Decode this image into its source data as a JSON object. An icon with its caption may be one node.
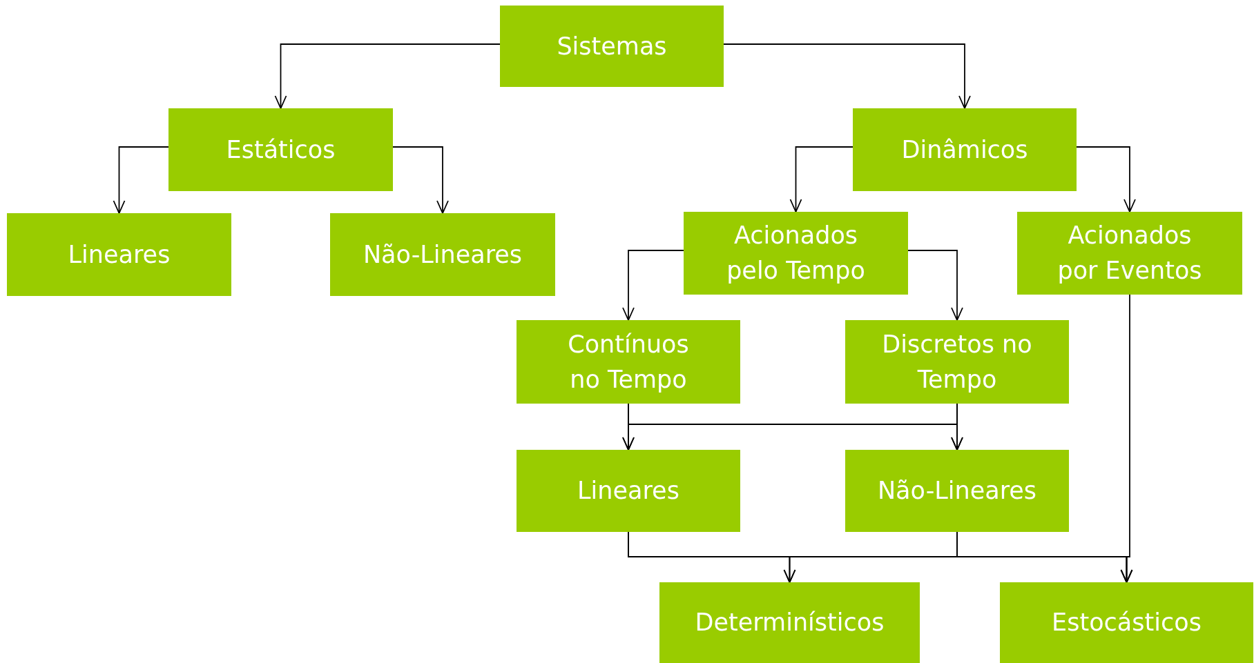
{
  "diagram": {
    "nodes": [
      {
        "text": [
          "Sistemas"
        ]
      },
      {
        "text": [
          "Estáticos"
        ]
      },
      {
        "text": [
          "Dinâmicos"
        ]
      },
      {
        "text": [
          "Lineares"
        ]
      },
      {
        "text": [
          "Não-Lineares"
        ]
      },
      {
        "text": [
          "Acionados pelo Tempo"
        ]
      },
      {
        "text": [
          "Acionados por Eventos"
        ]
      },
      {
        "text": [
          "Contínuos no Tempo"
        ]
      },
      {
        "text": [
          "Discretos no Tempo"
        ]
      },
      {
        "text": [
          "Lineares"
        ]
      },
      {
        "text": [
          "Não-Lineares"
        ]
      },
      {
        "text": [
          "Determinísticos"
        ]
      },
      {
        "text": [
          "Estocásticos"
        ]
      }
    ],
    "edges": [
      {
        "from": 0,
        "to": 1,
        "arrow": "to"
      },
      {
        "from": 0,
        "to": 2,
        "arrow": "to"
      },
      {
        "from": 1,
        "to": 3,
        "arrow": "to"
      },
      {
        "from": 1,
        "to": 4,
        "arrow": "to"
      },
      {
        "from": 2,
        "to": 5,
        "arrow": "to"
      },
      {
        "from": 2,
        "to": 6,
        "arrow": "to"
      },
      {
        "from": 5,
        "to": 7,
        "arrow": "to"
      },
      {
        "from": 5,
        "to": 8,
        "arrow": "to"
      },
      {
        "from": 7,
        "to": 9,
        "arrow": "to"
      },
      {
        "from": 7,
        "to": 10,
        "arrow": "to"
      },
      {
        "from": 8,
        "to": 9,
        "arrow": "to"
      },
      {
        "from": 8,
        "to": 10,
        "arrow": "to"
      },
      {
        "from": 9,
        "to": 11,
        "arrow": "to"
      },
      {
        "from": 9,
        "to": 12,
        "arrow": "to"
      },
      {
        "from": 10,
        "to": 11,
        "arrow": "to"
      },
      {
        "from": 10,
        "to": 12,
        "arrow": "to"
      },
      {
        "from": 6,
        "to": 12,
        "arrow": "to"
      }
    ]
  }
}
